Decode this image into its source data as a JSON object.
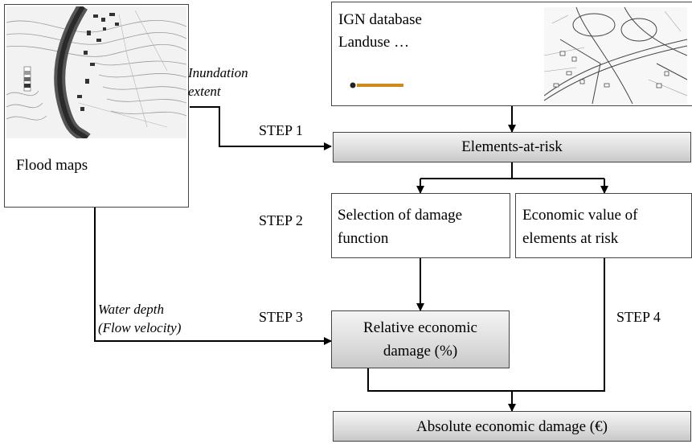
{
  "boxes": {
    "flood_maps": "Flood maps",
    "ign_line1": "IGN database",
    "ign_line2": "Landuse …",
    "elements_at_risk": "Elements-at-risk",
    "selection_line1": "Selection of damage",
    "selection_line2": "function",
    "economic_line1": "Economic value of",
    "economic_line2": "elements at risk",
    "relative_line1": "Relative economic",
    "relative_line2": "damage (%)",
    "absolute": "Absolute economic damage (€)"
  },
  "edge_labels": {
    "inundation_line1": "Inundation",
    "inundation_line2": "extent",
    "water_line1": "Water depth",
    "water_line2": "(Flow velocity)"
  },
  "steps": {
    "step1": "STEP 1",
    "step2": "STEP 2",
    "step3": "STEP 3",
    "step4": "STEP 4"
  },
  "colors": {
    "box_border": "#444444",
    "gradient_top": "#f4f4f4",
    "gradient_bottom": "#c8c8c8",
    "arrow": "#000000"
  }
}
